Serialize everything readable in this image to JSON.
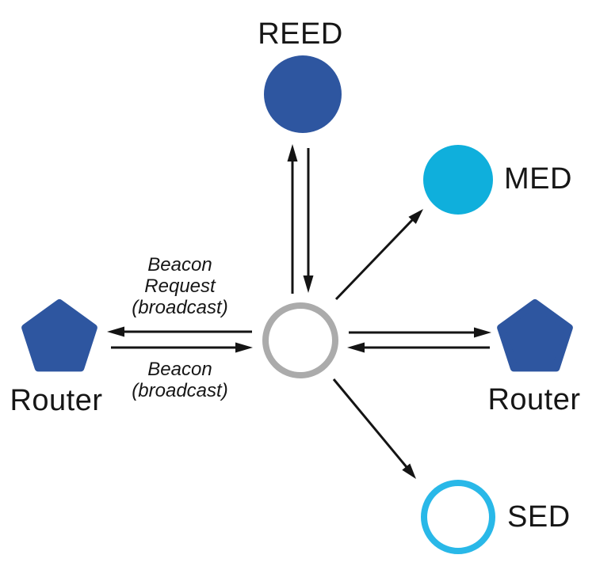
{
  "colors": {
    "node_blue": "#2E56A0",
    "node_cyan": "#0FAFDC",
    "sed_ring_cyan": "#29B8E8",
    "joiner_ring_gray": "#ABABAB",
    "arrow_black": "#141414",
    "text_black": "#161616"
  },
  "nodes": {
    "reed": {
      "label": "REED"
    },
    "med": {
      "label": "MED"
    },
    "sed": {
      "label": "SED"
    },
    "router_left": {
      "label": "Router"
    },
    "router_right": {
      "label": "Router"
    },
    "joiner": {
      "label": ""
    }
  },
  "annotations": {
    "beacon_request": {
      "line1": "Beacon",
      "line2": "Request",
      "line3": "(broadcast)"
    },
    "beacon": {
      "line1": "Beacon",
      "line2": "(broadcast)"
    }
  }
}
